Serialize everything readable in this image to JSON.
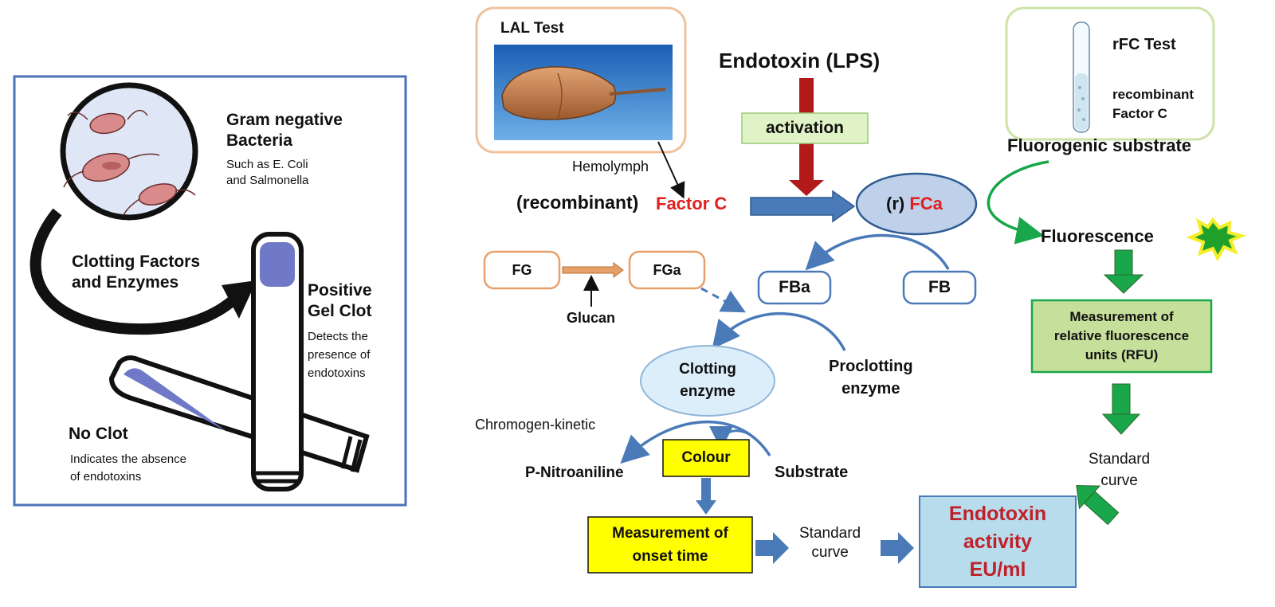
{
  "left_panel": {
    "bacteria_title": "Gram negative\nBacteria",
    "bacteria_desc": "Such as E. Coli\nand Salmonella",
    "clotting_label": "Clotting Factors\nand Enzymes",
    "positive_title": "Positive\nGel Clot",
    "positive_desc": "Detects the\npresence of\nendotoxins",
    "noclot_title": "No Clot",
    "noclot_desc": "Indicates the absence\nof endotoxins"
  },
  "lal": {
    "title": "LAL Test",
    "hemolymph": "Hemolymph"
  },
  "cascade": {
    "endotoxin": "Endotoxin (LPS)",
    "activation": "activation",
    "recombinant": "(recombinant)",
    "factor_c": "Factor C",
    "fca_prefix": "(r) ",
    "fca": "FCa",
    "fg": "FG",
    "fga": "FGa",
    "glucan": "Glucan",
    "fba": "FBa",
    "fb": "FB",
    "clotting_enzyme": "Clotting\nenzyme",
    "proclotting_enzyme": "Proclotting\nenzyme",
    "chromogen": "Chromogen-kinetic",
    "p_nitroaniline": "P-Nitroaniline",
    "colour": "Colour",
    "substrate": "Substrate",
    "measure_onset": "Measurement of\nonset time",
    "standard_curve_1": "Standard\ncurve",
    "endotoxin_activity": "Endotoxin\nactivity\nEU/ml"
  },
  "rfc": {
    "title": "rFC Test",
    "subtitle": "recombinant\nFactor C",
    "fluorogenic": "Fluorogenic substrate",
    "fluorescence": "Fluorescence",
    "measure_rfu": "Measurement of\nrelative fluorescence\nunits (RFU)",
    "standard_curve_2": "Standard\ncurve"
  },
  "colors": {
    "blue_arrow": "#4a7ab8",
    "orange": "#e8a06a",
    "green": "#1aa64a",
    "red_text": "#e02020",
    "dark_red": "#c0202a",
    "yellow": "#ffff00",
    "light_blue": "#bcdcec",
    "green_box": "#c6df9a"
  }
}
